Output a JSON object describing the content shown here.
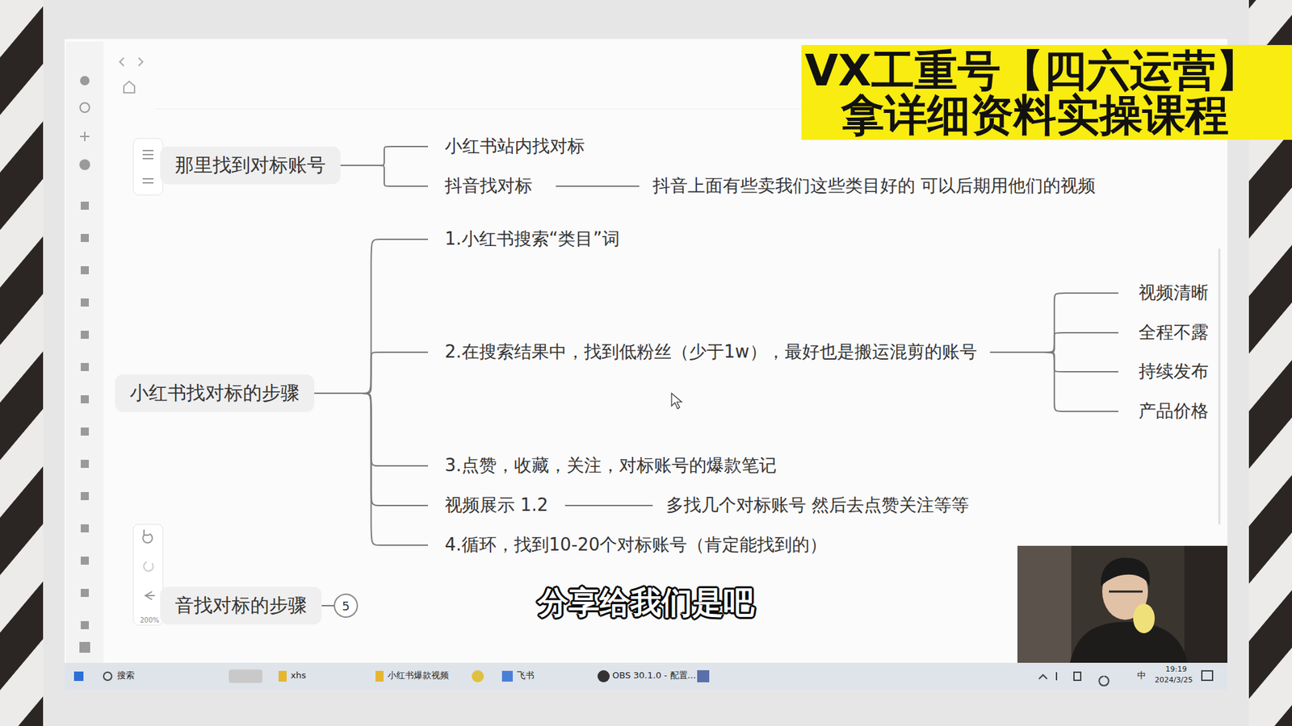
{
  "diagram": {
    "nodes": [
      {
        "text": [
          "那里找到对标账号"
        ]
      },
      {
        "text": [
          "小红书站内找对标"
        ]
      },
      {
        "text": [
          "抖音找对标"
        ]
      },
      {
        "text": [
          "抖音上面有些卖我们这些类目好的 可以后期用他们的视频"
        ]
      },
      {
        "text": [
          "小红书找对标的步骤"
        ]
      },
      {
        "text": [
          "1.小红书搜索“类目”词"
        ]
      },
      {
        "text": [
          "2.在搜索结果中，找到低粉丝（少于1w），最好也是搬运混剪的账号"
        ]
      },
      {
        "text": [
          "视频清晰"
        ]
      },
      {
        "text": [
          "全程不露"
        ]
      },
      {
        "text": [
          "持续发布"
        ]
      },
      {
        "text": [
          "产品价格"
        ]
      },
      {
        "text": [
          "3.点赞，收藏，关注，对标账号的爆款笔记"
        ]
      },
      {
        "text": [
          "视频展示 1.2"
        ]
      },
      {
        "text": [
          "多找几个对标账号 然后去点赞关注等等"
        ]
      },
      {
        "text": [
          "4.循环，找到10-20个对标账号（肯定能找到的）"
        ]
      },
      {
        "text": [
          "音找对标的步骤"
        ]
      },
      {
        "text": [
          "5"
        ]
      }
    ],
    "edges": [
      {
        "from": 0,
        "to": 1,
        "arrow": "none"
      },
      {
        "from": 0,
        "to": 2,
        "arrow": "none"
      },
      {
        "from": 2,
        "to": 3,
        "arrow": "none"
      },
      {
        "from": 4,
        "to": 5,
        "arrow": "none"
      },
      {
        "from": 4,
        "to": 6,
        "arrow": "none"
      },
      {
        "from": 6,
        "to": 7,
        "arrow": "none"
      },
      {
        "from": 6,
        "to": 8,
        "arrow": "none"
      },
      {
        "from": 6,
        "to": 9,
        "arrow": "none"
      },
      {
        "from": 6,
        "to": 10,
        "arrow": "none"
      },
      {
        "from": 4,
        "to": 11,
        "arrow": "none"
      },
      {
        "from": 4,
        "to": 12,
        "arrow": "none"
      },
      {
        "from": 12,
        "to": 13,
        "arrow": "none"
      },
      {
        "from": 4,
        "to": 14,
        "arrow": "none"
      },
      {
        "from": 15,
        "to": 16,
        "arrow": "none"
      }
    ],
    "labels": [
      "VX工重号【四六运营】",
      "拿详细资料实操课程",
      "分享给我们是吧",
      "200%",
      "搜索",
      "xhs",
      "小红书爆款视频",
      "飞书",
      "OBS 30.1.0 - 配置...",
      "中",
      "19:19",
      "2024/3/25"
    ]
  }
}
